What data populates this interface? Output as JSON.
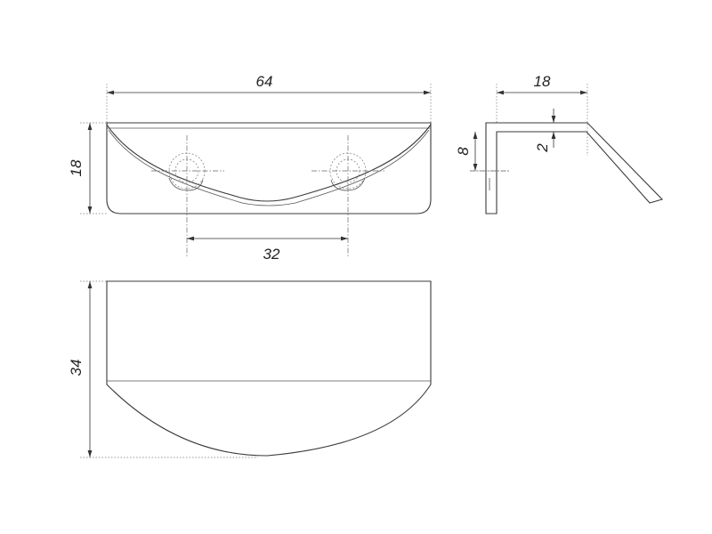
{
  "dimensions": {
    "width_total": "64",
    "height_front": "18",
    "hole_spacing": "32",
    "depth_side": "18",
    "flange_height": "8",
    "thickness": "2",
    "height_bottom": "34"
  }
}
